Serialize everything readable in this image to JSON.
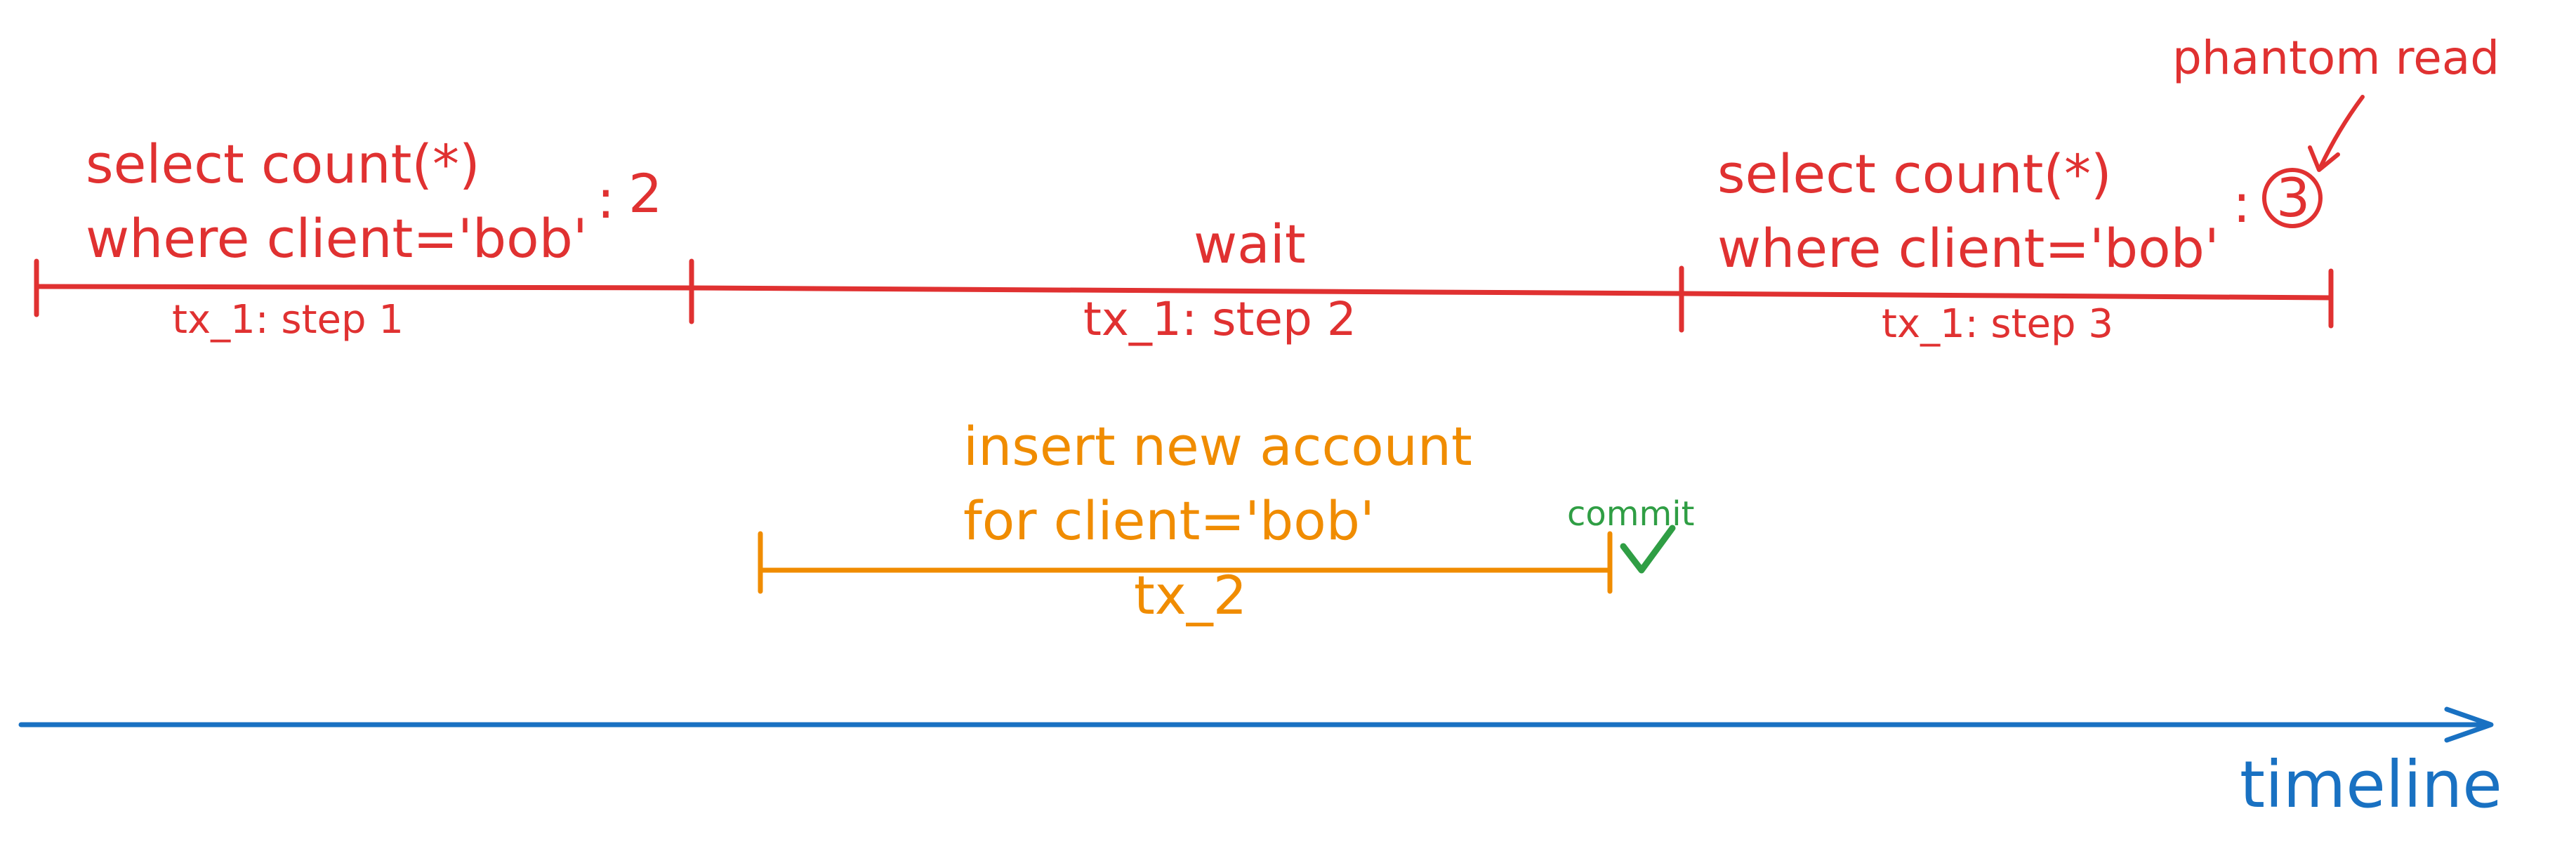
{
  "colors": {
    "tx1": "#e03131",
    "tx2": "#f08c00",
    "commit": "#2f9e44",
    "timeline": "#1971c2"
  },
  "tx1": {
    "step1": {
      "query_line1": "select count(*)",
      "query_line2": "where client='bob'",
      "result_sep": ":",
      "result": "2",
      "label": "tx_1: step 1"
    },
    "step2": {
      "action": "wait",
      "label": "tx_1: step 2"
    },
    "step3": {
      "query_line1": "select count(*)",
      "query_line2": "where client='bob'",
      "result_sep": ":",
      "result": "3",
      "label": "tx_1: step 3"
    }
  },
  "annotation": {
    "text": "phantom read"
  },
  "tx2": {
    "action_line1": "insert new account",
    "action_line2": "for client='bob'",
    "label": "tx_2",
    "commit_label": "commit",
    "commit_icon": "check-icon"
  },
  "timeline": {
    "label": "timeline"
  }
}
